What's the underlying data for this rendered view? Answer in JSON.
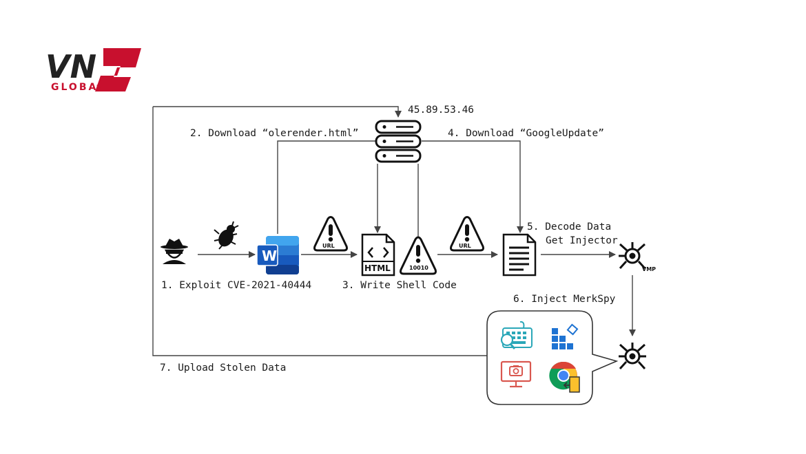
{
  "logo": {
    "part1": "VN",
    "part2": "CS",
    "tagline": "GLOBAL"
  },
  "diagram": {
    "server_ip": "45.89.53.46",
    "steps": {
      "step1": "1. Exploit CVE-2021-40444",
      "step2": "2. Download “olerender.html”",
      "step3": "3. Write Shell Code",
      "step4": "4. Download “GoogleUpdate”",
      "step5_line1": "5. Decode Data",
      "step5_line2": "Get Injector",
      "step6": "6. Inject MerkSpy",
      "step7": "7. Upload Stolen Data"
    },
    "icon_texts": {
      "url_a": "URL",
      "url_b": "URL",
      "html": "HTML",
      "code": "10010",
      "vmp": "VMP",
      "word": "W"
    }
  },
  "icons": [
    "hacker-icon",
    "bug-icon",
    "word-document-icon",
    "url-warning-icon",
    "html-file-icon",
    "binary-warning-icon",
    "server-icon",
    "document-icon",
    "injector-icon",
    "merkspy-icon",
    "keylogger-icon",
    "tiles-icon",
    "screenshot-icon",
    "chrome-icon"
  ],
  "colors": {
    "brand_red": "#c8102e",
    "word_blue": "#185abd",
    "line": "#444444",
    "teal": "#2aa7b8",
    "azure": "#1e73d2",
    "coral": "#d9574f"
  }
}
